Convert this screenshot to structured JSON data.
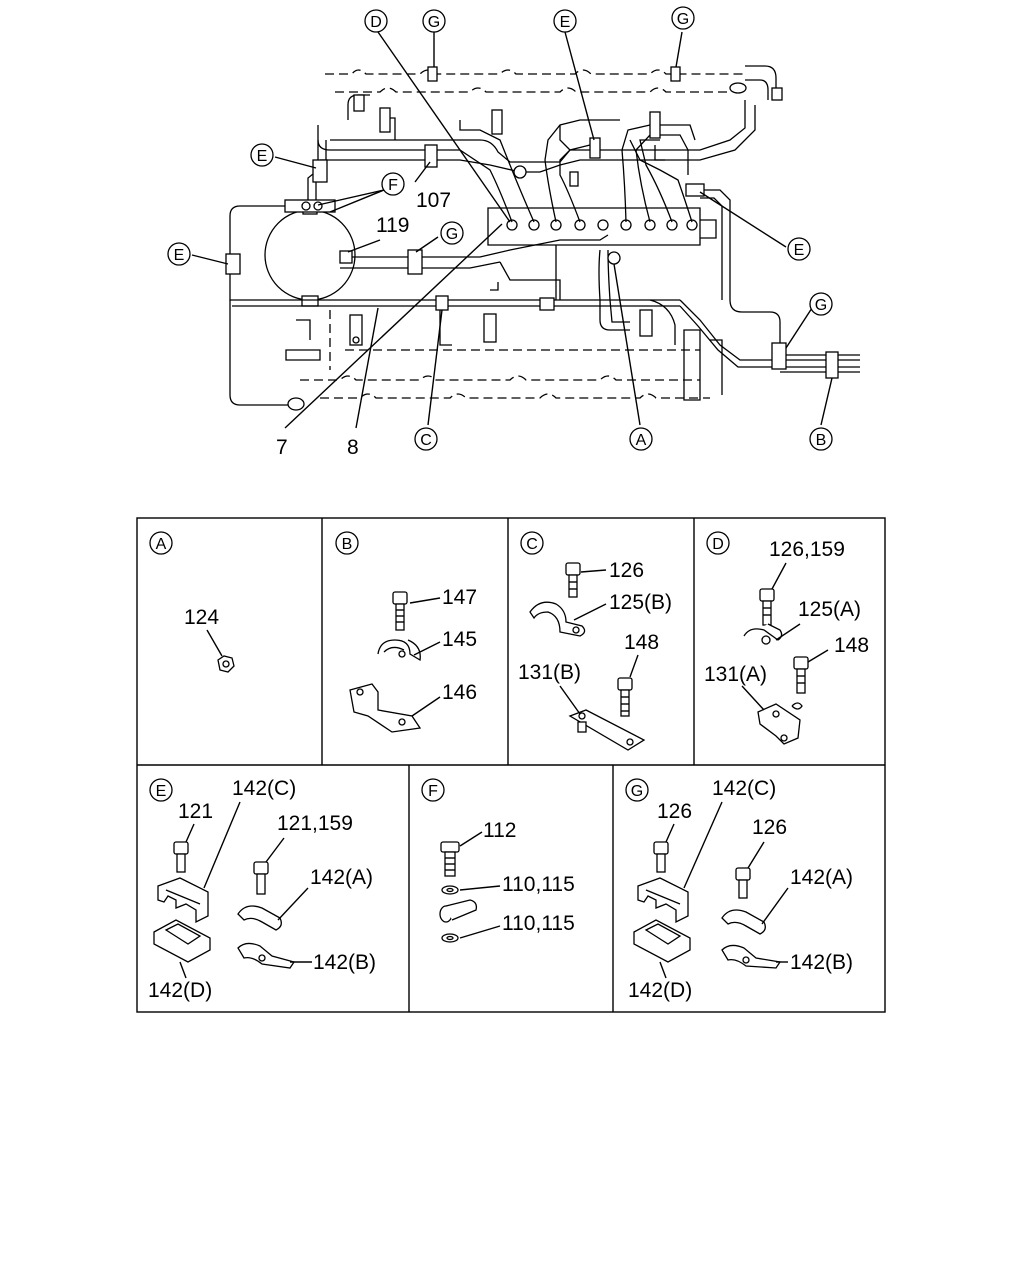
{
  "diagram": {
    "callouts": {
      "top": [
        {
          "letter": "D"
        },
        {
          "letter": "G"
        },
        {
          "letter": "E"
        },
        {
          "letter": "G"
        }
      ],
      "left_E1": "E",
      "left_E2": "E",
      "F": "F",
      "G_mid": "G",
      "E_right": "E",
      "G_right": "G",
      "bottom": [
        {
          "letter": "C"
        },
        {
          "letter": "A"
        },
        {
          "letter": "B"
        }
      ]
    },
    "part_labels": {
      "p107": "107",
      "p119": "119",
      "p7": "7",
      "p8": "8"
    }
  },
  "detail_panels": [
    {
      "letter": "A",
      "labels": [
        "124"
      ]
    },
    {
      "letter": "B",
      "labels": [
        "147",
        "145",
        "146"
      ]
    },
    {
      "letter": "C",
      "labels": [
        "126",
        "125(B)",
        "148",
        "131(B)"
      ]
    },
    {
      "letter": "D",
      "labels": [
        "126,159",
        "125(A)",
        "148",
        "131(A)"
      ]
    },
    {
      "letter": "E",
      "labels": [
        "142(C)",
        "121",
        "121,159",
        "142(A)",
        "142(B)",
        "142(D)"
      ]
    },
    {
      "letter": "F",
      "labels": [
        "112",
        "110,115",
        "110,115"
      ]
    },
    {
      "letter": "G",
      "labels": [
        "142(C)",
        "126",
        "126",
        "142(A)",
        "142(B)",
        "142(D)"
      ]
    }
  ]
}
